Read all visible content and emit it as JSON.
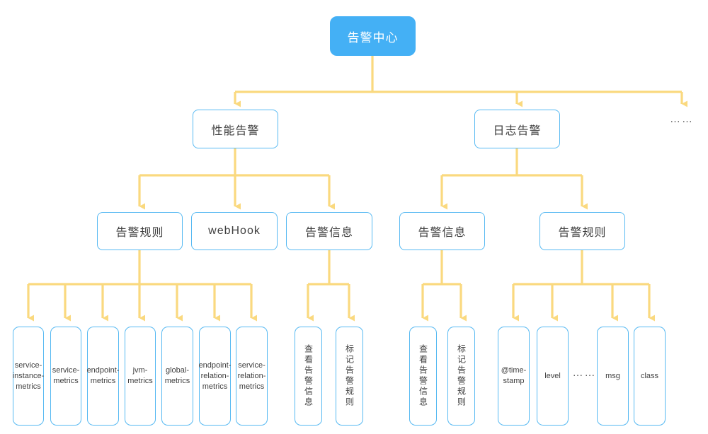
{
  "diagram": {
    "title_node": {
      "label": "告警中心"
    },
    "colors": {
      "root_fill": "#44b0f5",
      "root_text": "#ffffff",
      "node_border": "#56b9f2",
      "node_text": "#3f3f3f",
      "connector": "#fad97f",
      "background": "#ffffff"
    },
    "level2": [
      {
        "label": "性能告警"
      },
      {
        "label": "日志告警"
      },
      {
        "label": "……",
        "is_ellipsis": true
      }
    ],
    "level3": [
      {
        "label": "告警规则",
        "parent": "性能告警"
      },
      {
        "label": "webHook",
        "parent": "性能告警"
      },
      {
        "label": "告警信息",
        "parent": "性能告警"
      },
      {
        "label": "告警信息",
        "parent": "日志告警"
      },
      {
        "label": "告警规则",
        "parent": "日志告警"
      }
    ],
    "leaves": {
      "perf_rules": [
        {
          "label": "service-instance-metrics"
        },
        {
          "label": "service-metrics"
        },
        {
          "label": "endpoint-metrics"
        },
        {
          "label": "jvm-metrics"
        },
        {
          "label": "global-metrics"
        },
        {
          "label": "endpoint-relation-metrics"
        },
        {
          "label": "service-relation-metrics"
        }
      ],
      "perf_info": [
        {
          "label": "查看告警信息"
        },
        {
          "label": "标记告警规则"
        }
      ],
      "log_info": [
        {
          "label": "查看告警信息"
        },
        {
          "label": "标记告警规则"
        }
      ],
      "log_rules": [
        {
          "label": "@time-stamp"
        },
        {
          "label": "level"
        },
        {
          "label": "……",
          "is_ellipsis": true
        },
        {
          "label": "msg"
        },
        {
          "label": "class"
        }
      ]
    }
  }
}
